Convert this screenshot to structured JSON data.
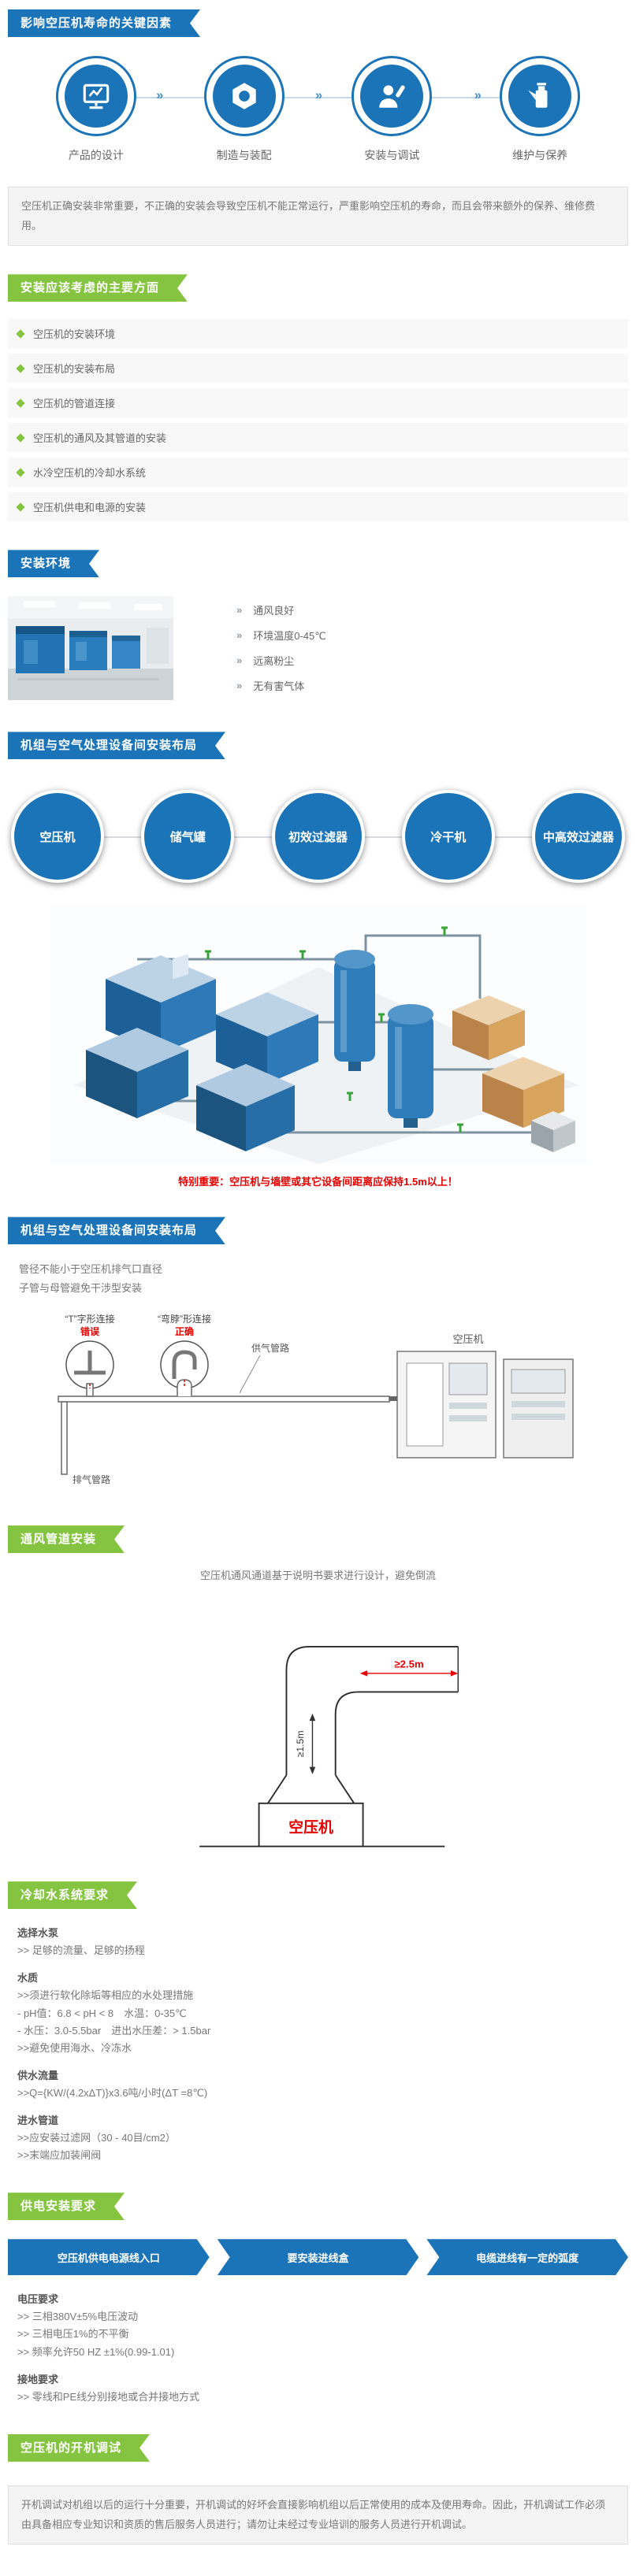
{
  "colors": {
    "accent_blue": "#1b74b8",
    "accent_green": "#85c440",
    "warning_red": "#e60000"
  },
  "header": {
    "title": "影响空压机寿命的关键因素"
  },
  "process": {
    "steps": [
      {
        "label": "产品的设计"
      },
      {
        "label": "制造与装配"
      },
      {
        "label": "安装与调试"
      },
      {
        "label": "维护与保养"
      }
    ]
  },
  "intro": {
    "text": "空压机正确安装非常重要，不正确的安装会导致空压机不能正常运行，严重影响空压机的寿命，而且会带来额外的保养、维修费用。"
  },
  "aspects": {
    "title": "安装应该考虑的主要方面",
    "items": [
      "空压机的安装环境",
      "空压机的安装布局",
      "空压机的管道连接",
      "空压机的通风及其管道的安装",
      "水冷空压机的冷却水系统",
      "空压机供电和电源的安装"
    ]
  },
  "environment": {
    "title": "安装环境",
    "bullets": [
      "通风良好",
      "环境温度0-45℃",
      "远离粉尘",
      "无有害气体"
    ]
  },
  "layout": {
    "title": "机组与空气处理设备间安装布局",
    "flow": [
      "空压机",
      "储气罐",
      "初效过滤器",
      "冷干机",
      "中高效过滤器"
    ],
    "note": "特别重要：空压机与墙壁或其它设备间距离应保持1.5m以上！"
  },
  "piping": {
    "title": "机组与空气处理设备间安装布局",
    "desc1": "管径不能小于空压机排气口直径",
    "desc2": "子管与母管避免干涉型安装",
    "tee_label": "“T”字形连接",
    "tee_result": "错误",
    "bend_label": "“弯脖”形连接",
    "bend_result": "正确",
    "supply_label": "供气管路",
    "exhaust_label": "排气管路",
    "machine_label": "空压机"
  },
  "ventilation": {
    "title": "通风管道安装",
    "desc": "空压机通风通道基于说明书要求进行设计，避免倒流",
    "dim_v": "≥1.5m",
    "dim_h": "≥2.5m",
    "machine_label": "空压机"
  },
  "cooling": {
    "title": "冷却水系统要求",
    "blocks": [
      {
        "heading": "选择水泵",
        "lines": [
          ">> 足够的流量、足够的扬程"
        ]
      },
      {
        "heading": "水质",
        "lines": [
          ">>须进行软化除垢等相应的水处理措施",
          "- pH值：6.8 < pH < 8　水温：0-35℃",
          "- 水压：3.0-5.5bar　进出水压差：> 1.5bar",
          ">>避免使用海水、冷冻水"
        ]
      },
      {
        "heading": "供水流量",
        "lines": [
          ">>Q={KW/(4.2xΔT)}x3.6吨/小时(ΔT =8℃)"
        ]
      },
      {
        "heading": "进水管道",
        "lines": [
          ">>应安装过滤网（30 - 40目/cm2）",
          ">>末端应加装闸阀"
        ]
      }
    ]
  },
  "power": {
    "title": "供电安装要求",
    "arrows": [
      "空压机供电电源线入口",
      "要安装进线盒",
      "电缆进线有一定的弧度"
    ],
    "blocks": [
      {
        "heading": "电压要求",
        "lines": [
          ">> 三相380V±5%电压波动",
          ">> 三相电压1%的不平衡",
          ">> 频率允许50 HZ ±1%(0.99-1.01)"
        ]
      },
      {
        "heading": "接地要求",
        "lines": [
          ">> 零线和PE线分别接地或合并接地方式"
        ]
      }
    ]
  },
  "debug": {
    "title": "空压机的开机调试",
    "text": "开机调试对机组以后的运行十分重要，开机调试的好坏会直接影响机组以后正常使用的成本及使用寿命。因此，开机调试工作必须由具备相应专业知识和资质的售后服务人员进行；请勿让未经过专业培训的服务人员进行开机调试。"
  }
}
